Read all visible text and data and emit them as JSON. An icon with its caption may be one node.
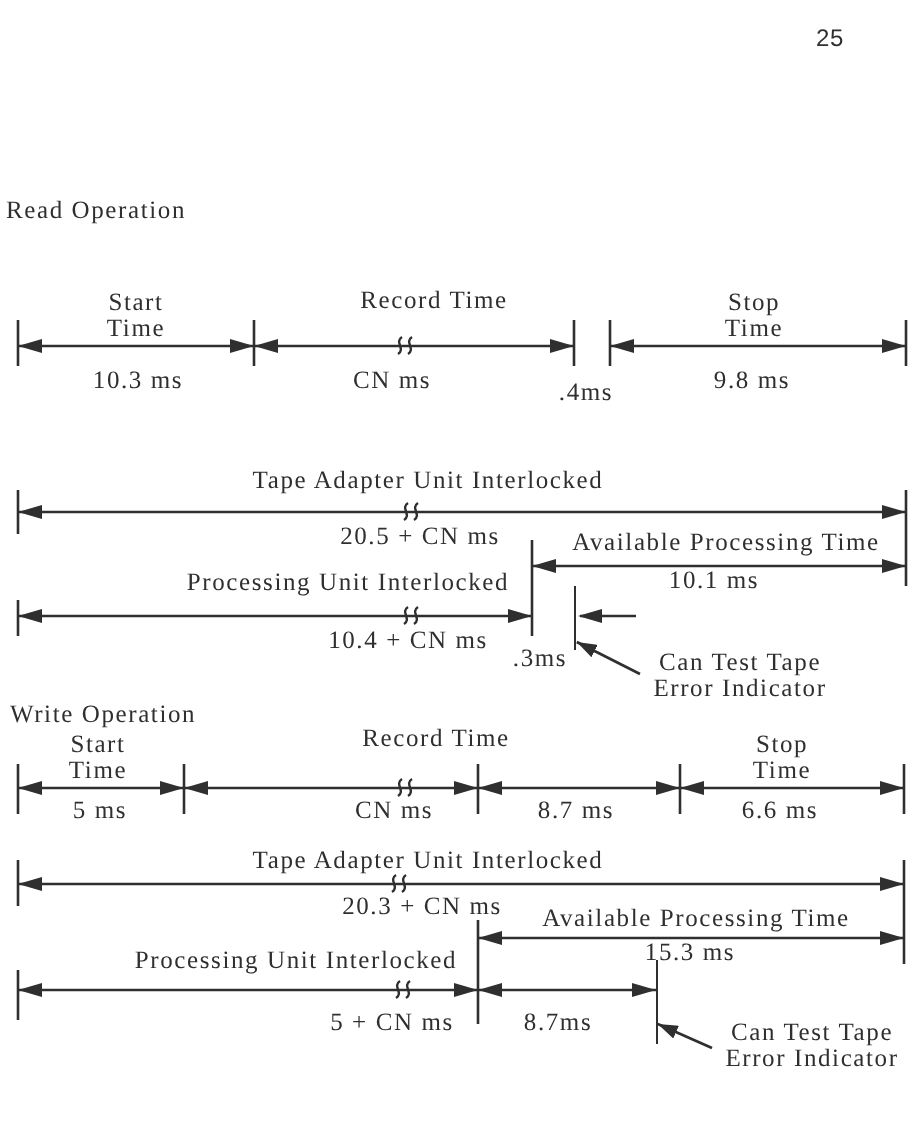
{
  "diagram": {
    "nodes": [
      {
        "text": [
          "Can Test Tape Error Indicator"
        ]
      },
      {
        "text": [],
        "shape": "line"
      },
      {
        "text": [
          "Can Test Tape Error Indicator"
        ]
      },
      {
        "text": [],
        "shape": "line"
      }
    ],
    "edges": [
      {
        "from": 0,
        "to": 1,
        "arrow": "to"
      },
      {
        "from": 2,
        "to": 3,
        "arrow": "to"
      }
    ],
    "labels": [
      "25",
      "Read Operation",
      "Start Time",
      "Record Time",
      "Stop Time",
      "10.3 ms",
      "CN ms",
      ".4ms",
      "9.8 ms",
      "Tape Adapter Unit Interlocked",
      "20.5 + CN ms",
      "Available Processing Time",
      "10.1 ms",
      "Processing Unit Interlocked",
      "10.4 + CN ms",
      ".3ms",
      "Write Operation",
      "Start Time",
      "Record Time",
      "Stop Time",
      "5 ms",
      "CN ms",
      "8.7 ms",
      "6.6 ms",
      "Tape Adapter Unit Interlocked",
      "20.3 + CN ms",
      "Available Processing Time",
      "15.3 ms",
      "Processing Unit Interlocked",
      "5 + CN ms",
      "8.7ms"
    ]
  }
}
